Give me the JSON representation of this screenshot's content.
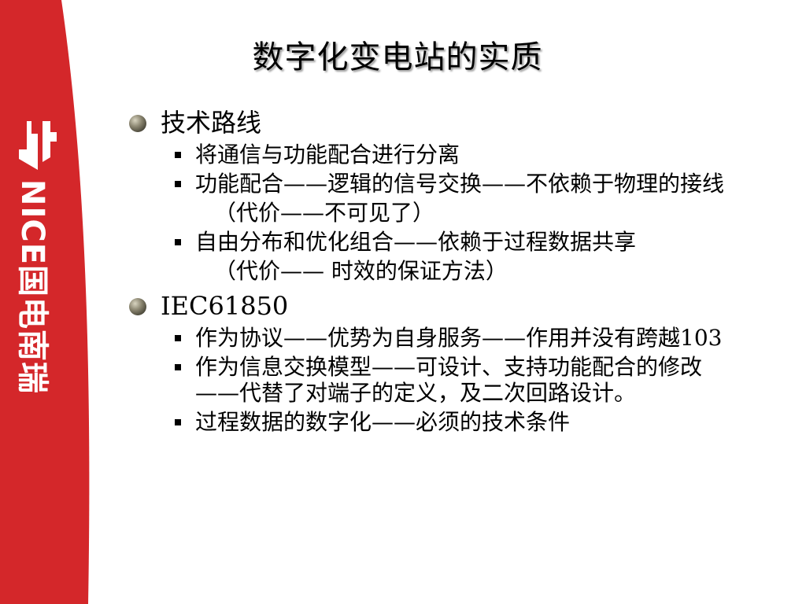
{
  "slide": {
    "title": "数字化变电站的实质",
    "logo_text": "NICE国电南瑞",
    "accent_color": "#d4272a",
    "sections": [
      {
        "heading": "技术路线",
        "items": [
          "将通信与功能配合进行分离",
          "功能配合——逻辑的信号交换——不依赖于物理的接线",
          "自由分布和优化组合——依赖于过程数据共享"
        ],
        "notes": [
          "（代价——不可见了）",
          "（代价—— 时效的保证方法）"
        ]
      },
      {
        "heading": "IEC61850",
        "items": [
          "作为协议——优势为自身服务——作用并没有跨越103",
          "作为信息交换模型——可设计、支持功能配合的修改——代替了对端子的定义，及二次回路设计。",
          "过程数据的数字化——必须的技术条件"
        ]
      }
    ]
  }
}
